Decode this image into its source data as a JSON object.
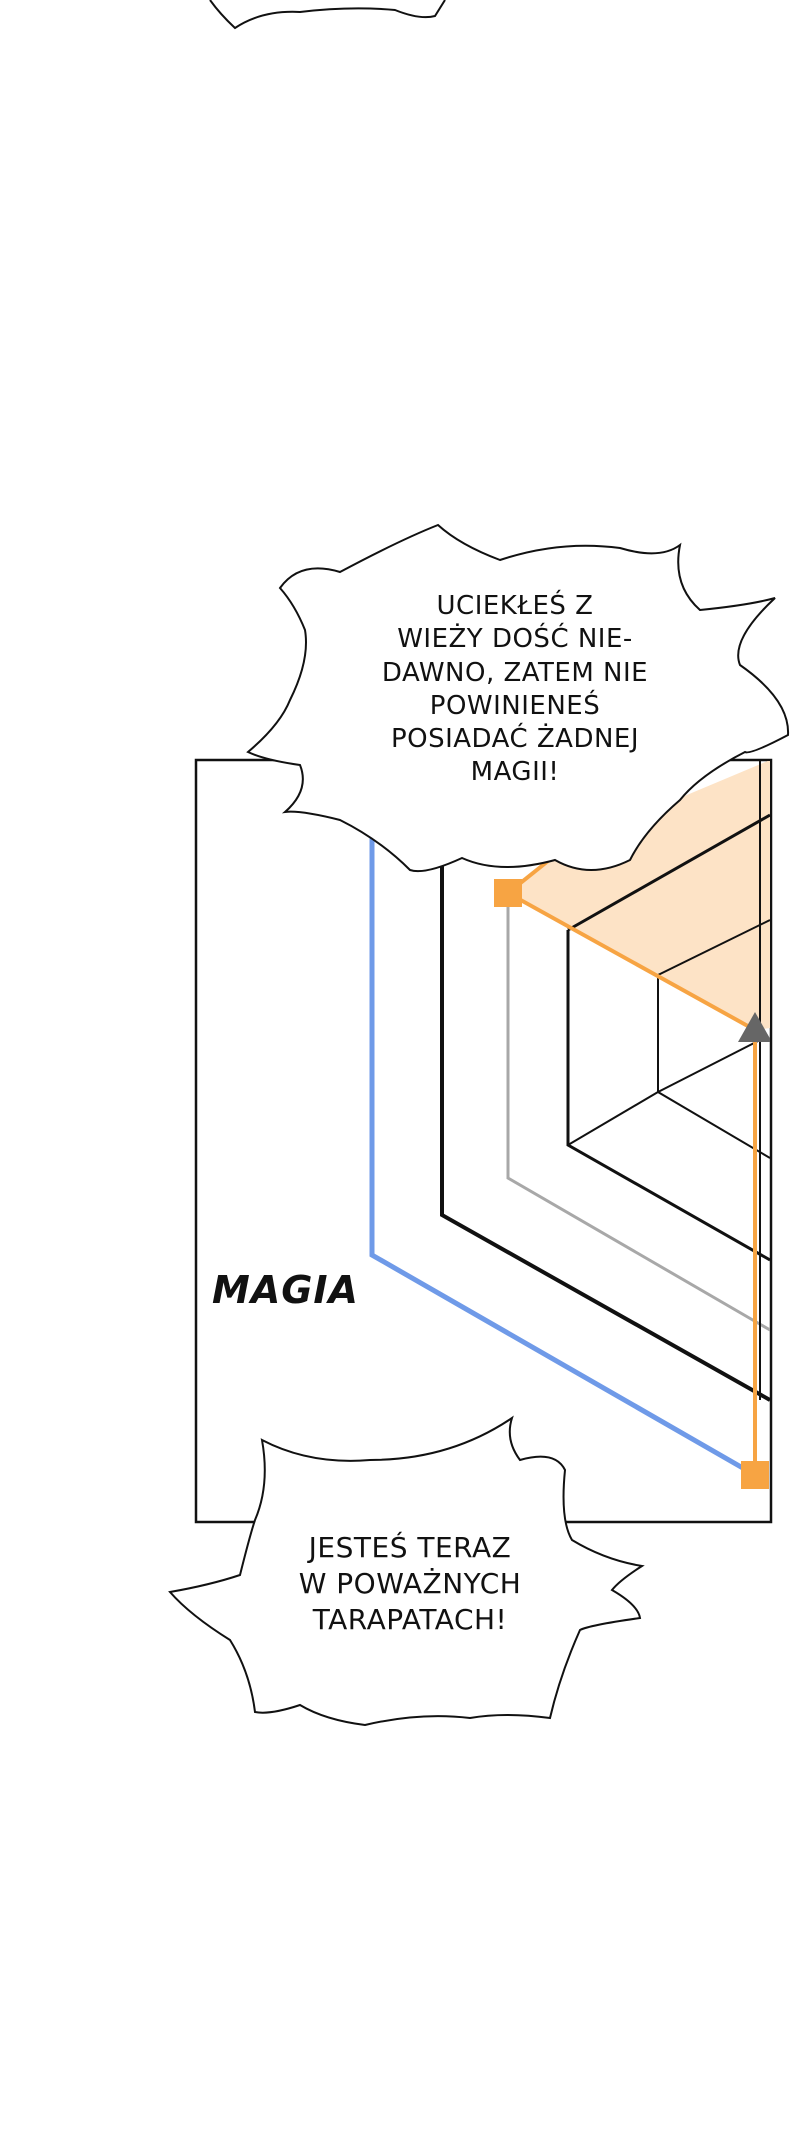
{
  "speech_bubbles": {
    "top": {
      "lines": [
        "UCIEKŁEŚ Z",
        "WIEŻY DOŚĆ NIE-",
        "DAWNO, ZATEM NIE",
        "POWINIENEŚ",
        "POSIADAĆ ŻADNEJ",
        "MAGII!"
      ]
    },
    "bottom": {
      "lines": [
        "JESTEŚ TERAZ",
        "W POWAŻNYCH",
        "TARAPATACH!"
      ]
    }
  },
  "panel": {
    "label": "MAGIA"
  },
  "colors": {
    "background": "#ffffff",
    "ink": "#111111",
    "stat_axis_blue": "#6f9ae8",
    "stat_fill_orange": "#f7a443",
    "stat_fill_light": "#fde3c6",
    "stat_grey": "#a8a8a8",
    "marker_dark": "#666666"
  }
}
